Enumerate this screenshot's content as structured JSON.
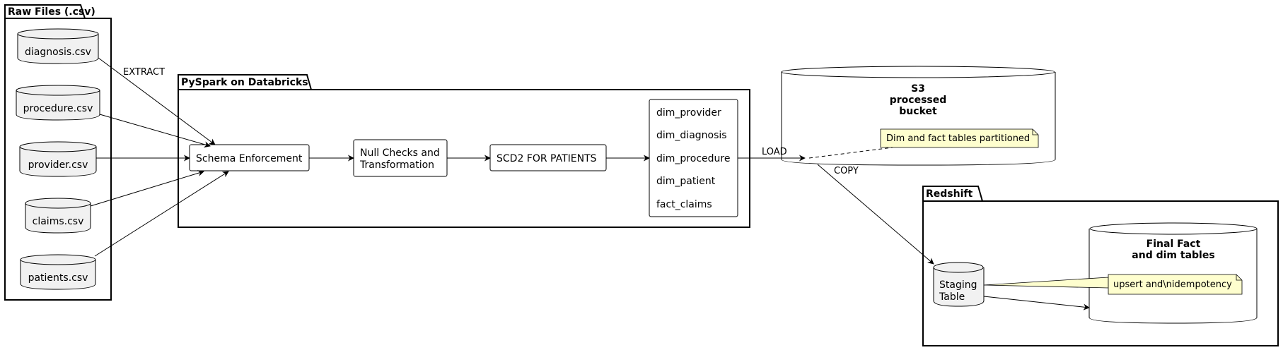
{
  "packages": {
    "raw": "Raw Files (.csv)",
    "pyspark": "PySpark on Databricks",
    "redshift": "Redshift"
  },
  "raw_files": [
    "diagnosis.csv",
    "procedure.csv",
    "provider.csv",
    "claims.csv",
    "patients.csv"
  ],
  "pipeline": {
    "schema": "Schema Enforcement",
    "nullchecks": [
      "Null Checks and",
      "Transformation"
    ],
    "scd2": "SCD2 FOR PATIENTS",
    "tables": [
      "dim_provider",
      "dim_diagnosis",
      "dim_procedure",
      "dim_patient",
      "fact_claims"
    ]
  },
  "s3": {
    "title": [
      "S3",
      "processed",
      "bucket"
    ],
    "note": "Dim and fact tables partitioned"
  },
  "redshift": {
    "staging": [
      "Staging",
      "Table"
    ],
    "final": [
      "Final Fact",
      "and dim tables"
    ],
    "note": "upsert and\\nidempotency"
  },
  "edges": {
    "extract": "EXTRACT",
    "load": "LOAD",
    "copy": "COPY"
  }
}
